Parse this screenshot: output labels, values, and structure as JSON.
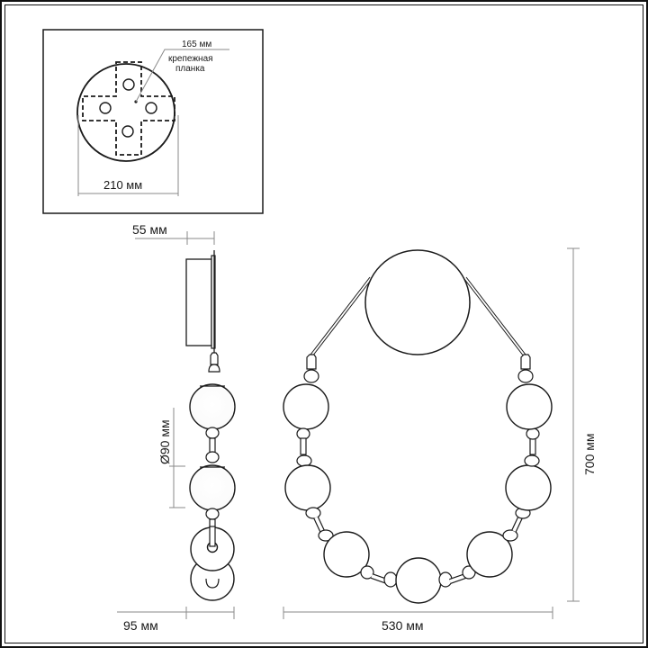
{
  "drawing": {
    "title": "Wall lamp dimension drawing",
    "colors": {
      "line": "#1a1a1a",
      "dimension_line": "#8a8a8a",
      "background": "#ffffff"
    }
  },
  "mount_view": {
    "diameter_label": "210 мм",
    "plate_size_label": "165 мм",
    "plate_name_line1": "крепежная",
    "plate_name_line2": "планка"
  },
  "side_view": {
    "depth_label": "55 мм",
    "globe_diameter_label": "Ø90 мм",
    "bottom_width_label": "95 мм"
  },
  "front_view": {
    "height_label": "700 мм",
    "width_label": "530 мм"
  }
}
